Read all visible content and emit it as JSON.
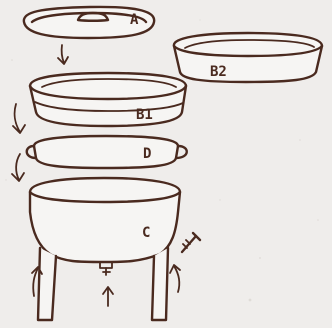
{
  "diagram": {
    "labels": {
      "a": "A",
      "b1": "B1",
      "b2": "B2",
      "c": "C",
      "d": "D"
    },
    "colors": {
      "ink": "#4a2a1f",
      "paper": "#efedeb"
    },
    "icons": [
      "down-arrow-icon",
      "up-arrow-icon",
      "screw-icon",
      "tap-icon"
    ]
  }
}
